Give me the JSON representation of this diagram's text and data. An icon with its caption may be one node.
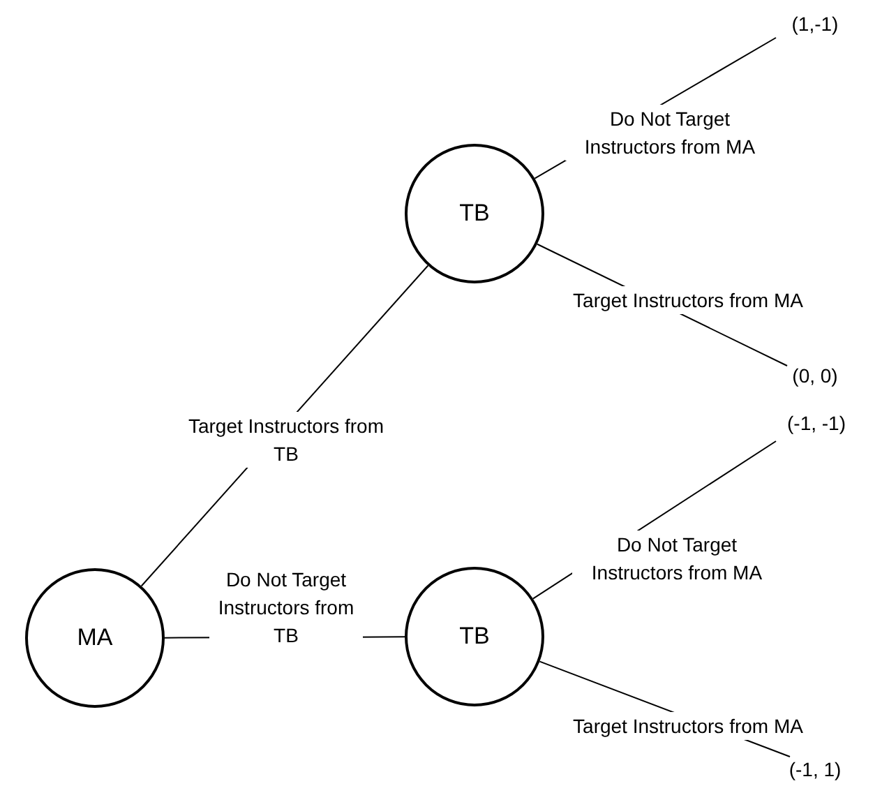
{
  "diagram": {
    "nodes": [
      {
        "text": [
          "MA"
        ]
      },
      {
        "text": [
          "TB"
        ]
      },
      {
        "text": [
          "TB"
        ]
      },
      {
        "text": [
          "(1,-1)"
        ]
      },
      {
        "text": [
          "(0, 0)"
        ]
      },
      {
        "text": [
          "(-1, -1)"
        ]
      },
      {
        "text": [
          "(-1, 1)"
        ]
      }
    ],
    "edges": [
      {
        "from": 0,
        "to": 1,
        "arrow": "none",
        "label": "Target Instructors from TB"
      },
      {
        "from": 0,
        "to": 2,
        "arrow": "none",
        "label": "Do Not Target Instructors from TB"
      },
      {
        "from": 1,
        "to": 3,
        "arrow": "none",
        "label": "Do Not Target Instructors from MA"
      },
      {
        "from": 1,
        "to": 4,
        "arrow": "none",
        "label": "Target Instructors from MA"
      },
      {
        "from": 2,
        "to": 5,
        "arrow": "none",
        "label": "Do Not Target Instructors from MA"
      },
      {
        "from": 2,
        "to": 6,
        "arrow": "none",
        "label": "Target Instructors from MA"
      }
    ]
  }
}
